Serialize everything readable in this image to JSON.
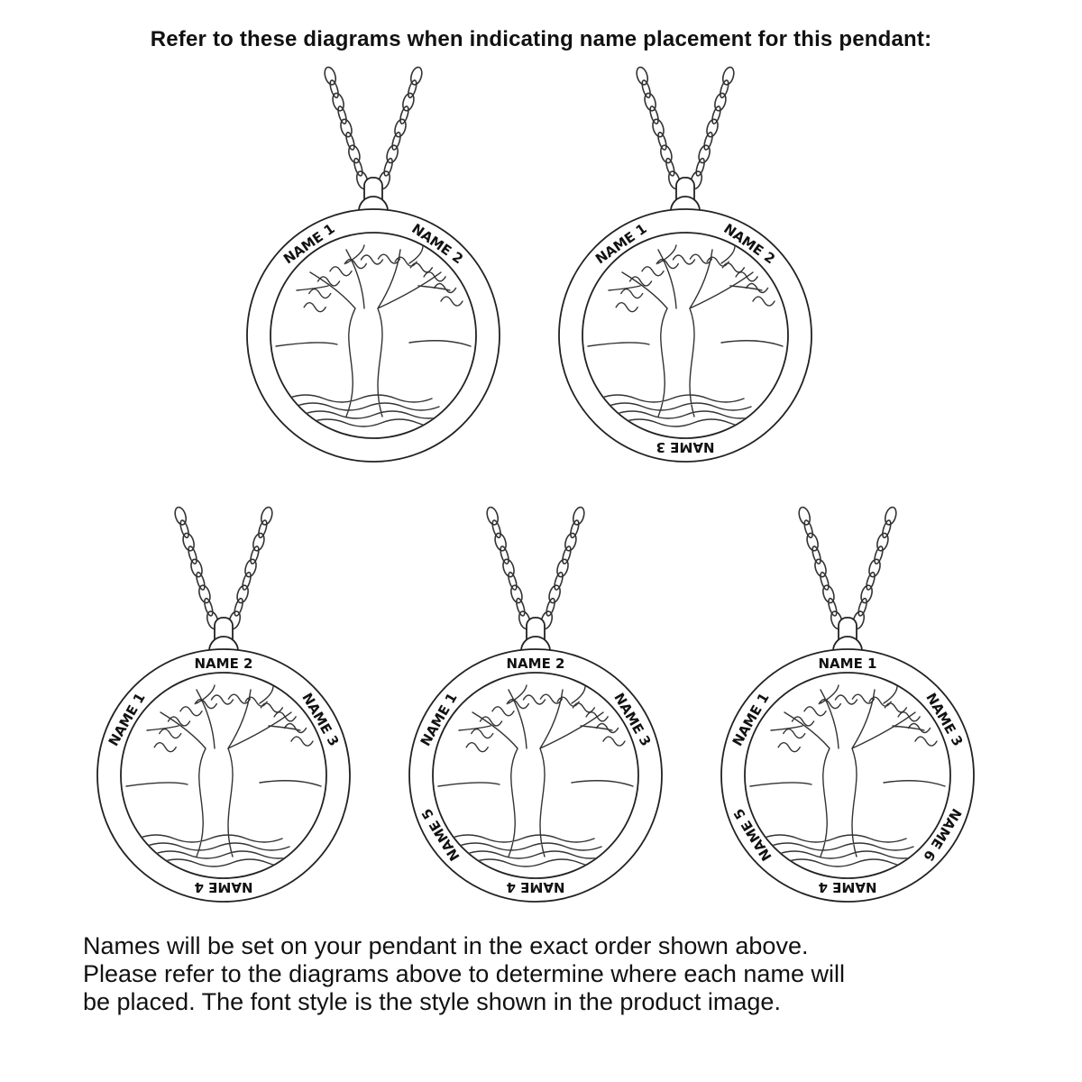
{
  "heading": "Refer to these diagrams when indicating name placement for this pendant:",
  "pendants": [
    {
      "labels": [
        {
          "text": "NAME 1",
          "pos": "upper-left"
        },
        {
          "text": "NAME 2",
          "pos": "upper-right"
        }
      ]
    },
    {
      "labels": [
        {
          "text": "NAME 1",
          "pos": "upper-left"
        },
        {
          "text": "NAME 2",
          "pos": "upper-right"
        },
        {
          "text": "NAME 3",
          "pos": "bottom"
        }
      ]
    },
    {
      "labels": [
        {
          "text": "NAME 2",
          "pos": "top"
        },
        {
          "text": "NAME 1",
          "pos": "left"
        },
        {
          "text": "NAME 3",
          "pos": "right"
        },
        {
          "text": "NAME 4",
          "pos": "bottom"
        }
      ]
    },
    {
      "labels": [
        {
          "text": "NAME 2",
          "pos": "top"
        },
        {
          "text": "NAME 1",
          "pos": "left"
        },
        {
          "text": "NAME 3",
          "pos": "right"
        },
        {
          "text": "NAME 5",
          "pos": "lower-left"
        },
        {
          "text": "NAME 4",
          "pos": "bottom"
        }
      ]
    },
    {
      "labels": [
        {
          "text": "NAME 1",
          "pos": "top"
        },
        {
          "text": "NAME 1",
          "pos": "left"
        },
        {
          "text": "NAME 3",
          "pos": "right"
        },
        {
          "text": "NAME 5",
          "pos": "lower-left"
        },
        {
          "text": "NAME 6",
          "pos": "lower-right"
        },
        {
          "text": "NAME 4",
          "pos": "bottom"
        }
      ]
    }
  ],
  "footer": [
    "Names will be set on your pendant in the exact order shown above.",
    "Please refer to the diagrams above to determine where each name will",
    "be placed. The font style is the style shown in the product image."
  ]
}
